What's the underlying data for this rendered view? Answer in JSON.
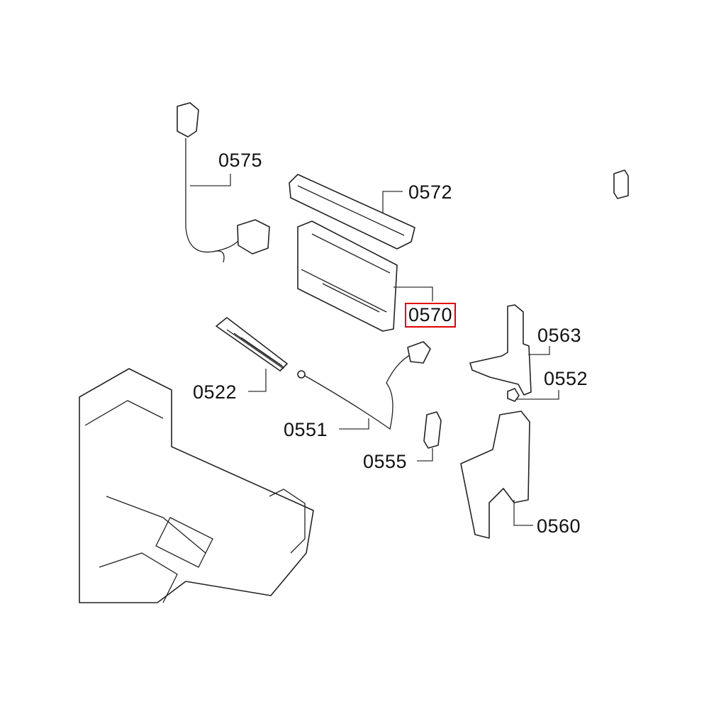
{
  "diagram": {
    "highlight_color": "#e00000",
    "highlighted_part": "0570",
    "labels": {
      "p0575": "0575",
      "p0572": "0572",
      "p0570": "0570",
      "p0563": "0563",
      "p0552": "0552",
      "p0522": "0522",
      "p0551": "0551",
      "p0555": "0555",
      "p0560": "0560"
    }
  }
}
